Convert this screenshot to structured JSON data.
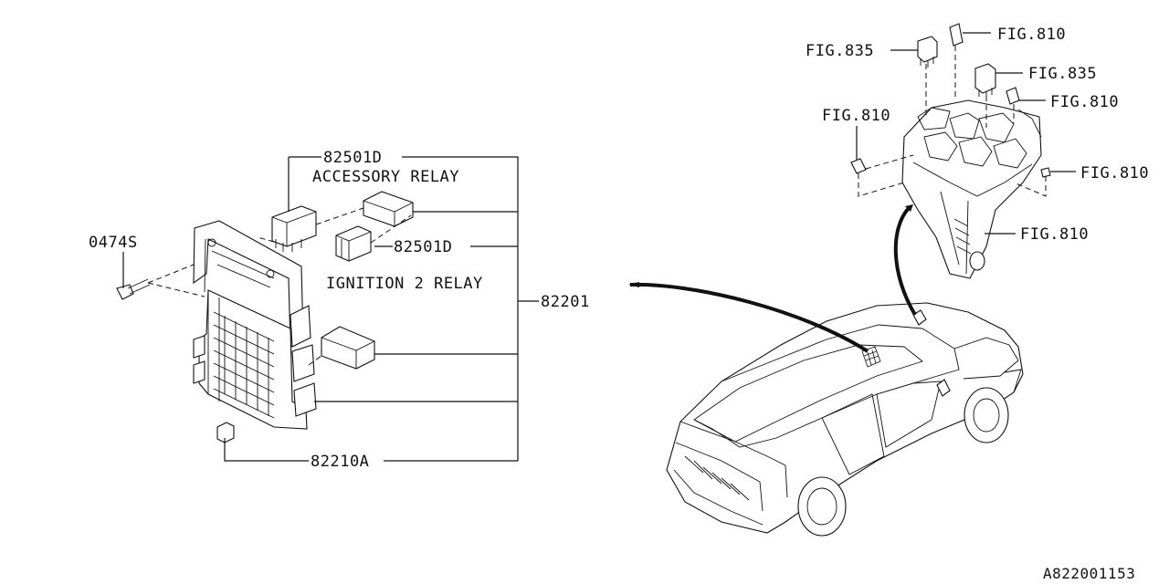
{
  "diagram": {
    "callouts": {
      "relay_82501d_top": "82501D",
      "accessory_relay": "ACCESSORY RELAY",
      "relay_82501d_mid": "82501D",
      "ignition_2_relay": "IGNITION 2 RELAY",
      "bolt_0474s": "0474S",
      "fuse_box_82201": "82201",
      "fuse_82210a": "82210A",
      "fig_835_left": "FIG.835",
      "fig_810_top": "FIG.810",
      "fig_835_right": "FIG.835",
      "fig_810_right_upper": "FIG.810",
      "fig_810_left": "FIG.810",
      "fig_810_right_mid": "FIG.810",
      "fig_810_bottom": "FIG.810"
    },
    "drawing_id": "A822001153"
  }
}
